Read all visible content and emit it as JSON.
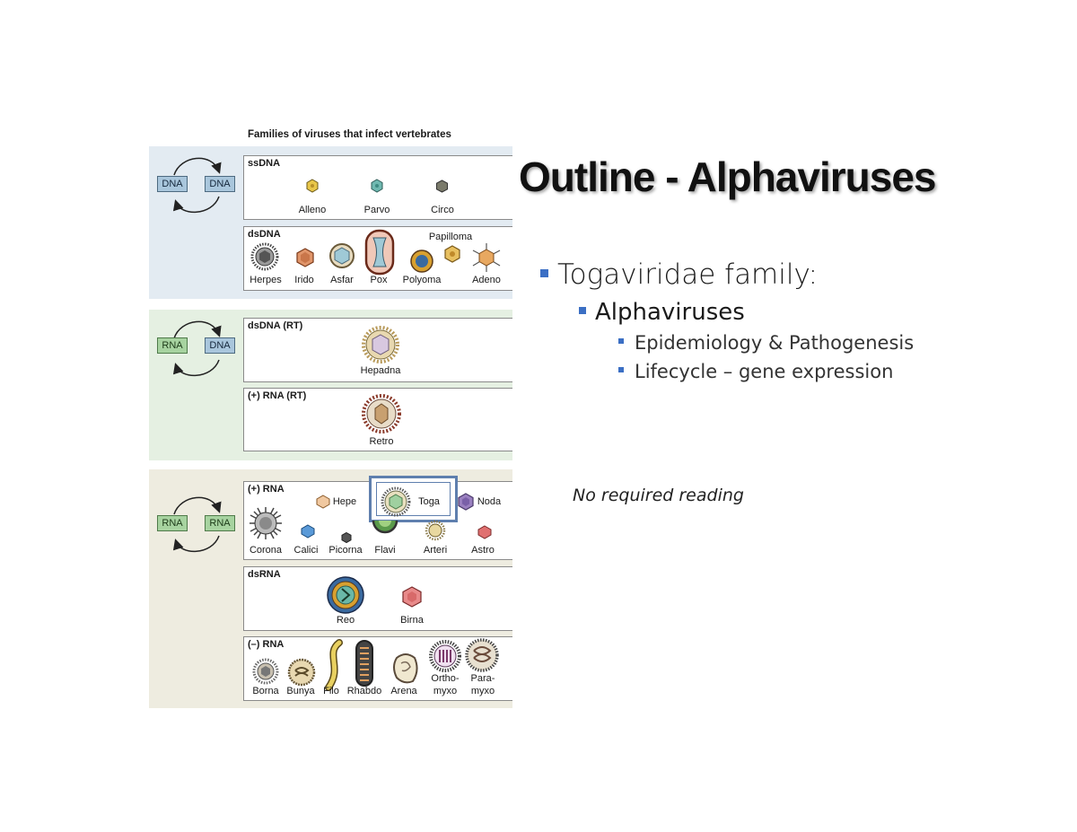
{
  "slide": {
    "title": "Outline - Alphaviruses",
    "bullets": {
      "level1": "Togaviridae family:",
      "level2": "Alphaviruses",
      "level3": [
        "Epidemiology & Pathogenesis",
        "Lifecycle – gene expression"
      ]
    },
    "note": "No required reading",
    "bullet_color": "#3b6fc4"
  },
  "figure": {
    "title": "Families of viruses that infect vertebrates",
    "cycles": {
      "dna_dna": [
        "DNA",
        "DNA"
      ],
      "rna_dna": [
        "RNA",
        "DNA"
      ],
      "rna_rna": [
        "RNA",
        "RNA"
      ]
    },
    "groups": {
      "ssDNA": {
        "label": "ssDNA",
        "families": [
          "Alleno",
          "Parvo",
          "Circo"
        ]
      },
      "dsDNA": {
        "label": "dsDNA",
        "families": [
          "Herpes",
          "Irido",
          "Asfar",
          "Pox",
          "Polyoma",
          "Papilloma",
          "Adeno"
        ]
      },
      "dsDNA_RT": {
        "label": "dsDNA (RT)",
        "families": [
          "Hepadna"
        ]
      },
      "plusRNA_RT": {
        "label": "(+) RNA (RT)",
        "families": [
          "Retro"
        ]
      },
      "plusRNA": {
        "label": "(+) RNA",
        "families": [
          "Hepe",
          "Toga",
          "Noda",
          "Corona",
          "Calici",
          "Picorna",
          "Flavi",
          "Arteri",
          "Astro"
        ]
      },
      "dsRNA": {
        "label": "dsRNA",
        "families": [
          "Reo",
          "Birna"
        ]
      },
      "minusRNA": {
        "label": "(–) RNA",
        "families": [
          "Borna",
          "Bunya",
          "Filo",
          "Rhabdo",
          "Arena",
          "Ortho-",
          "myxo",
          "Para-",
          "myxo"
        ]
      }
    },
    "highlight_color": "#5f7fae"
  }
}
